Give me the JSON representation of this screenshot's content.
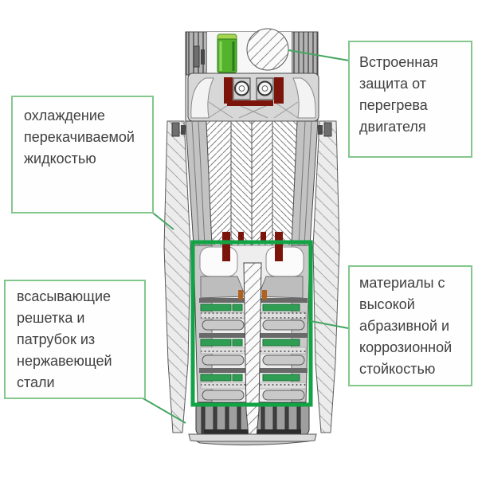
{
  "diagram": {
    "subject": "submersible-borehole-pump-cross-section",
    "colors": {
      "annotation_border": "#84c78c",
      "highlight_frame_green": "#12a345",
      "leader_line_green": "#44a662",
      "thermal_protector_green": "#53b32d",
      "bearing_maroon": "#7b150c",
      "text": "#3f3f3f"
    }
  },
  "annotations": {
    "overheat_protection": {
      "text": "Встроенная\nзащита от\nперегрева\nдвигателя"
    },
    "cooling": {
      "text": "охлаждение\nперекачиваемой\nжидкостью"
    },
    "suction": {
      "text": "всасывающие\nрешетка и\nпатрубок из\nнержавеющей\nстали"
    },
    "materials": {
      "text": "материалы с\nвысокой\nабразивной и\nкоррозионной\nстойкостью"
    }
  }
}
